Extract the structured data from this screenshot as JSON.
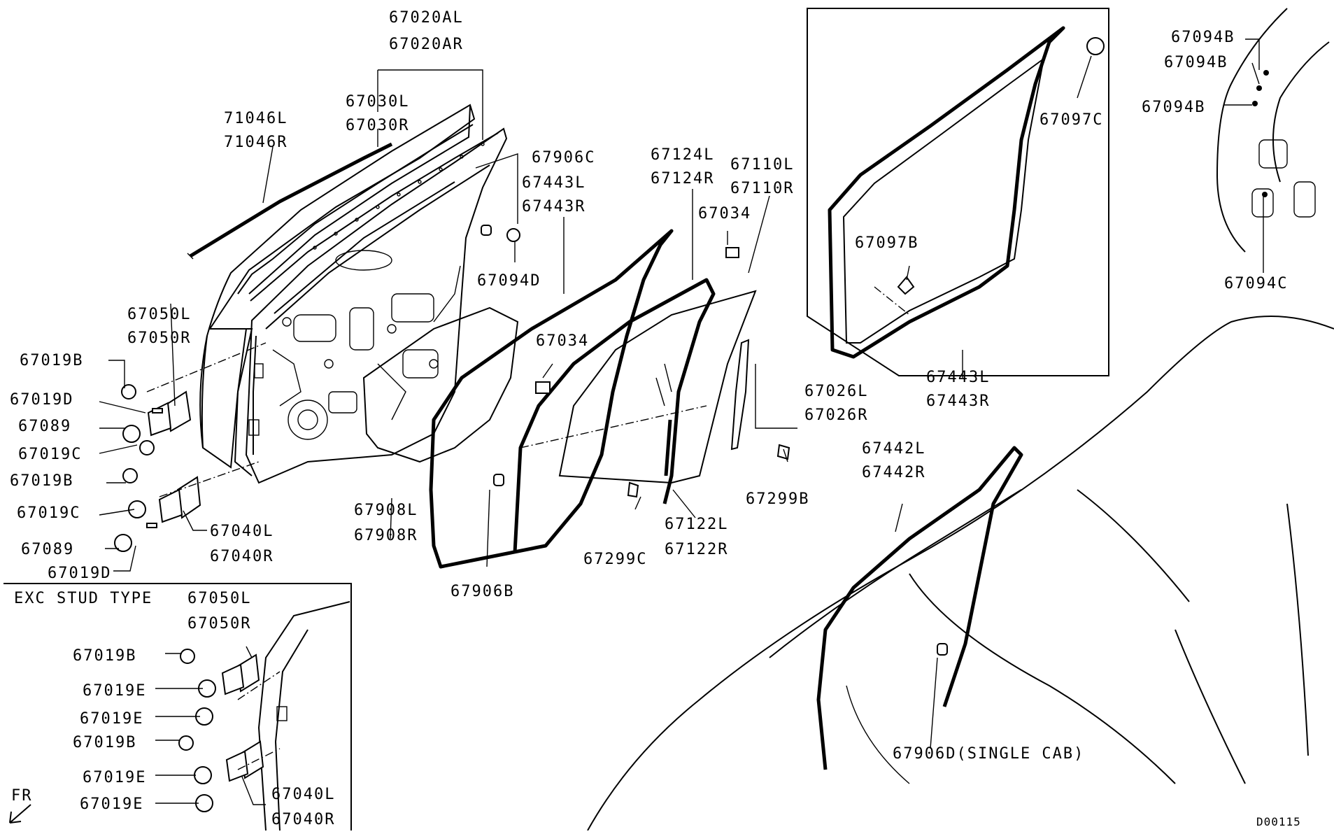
{
  "diagram": {
    "labels": [
      "67020AL",
      "67020AR",
      "67030L",
      "67030R",
      "71046L",
      "71046R",
      "67906C",
      "67443L",
      "67443R",
      "67124L",
      "67124R",
      "67110L",
      "67110R",
      "67034",
      "67094D",
      "67034",
      "67050L",
      "67050R",
      "67019B",
      "67019D",
      "67089",
      "67019C",
      "67019B",
      "67019C",
      "67040L",
      "67040R",
      "67089",
      "67019D",
      "67908L",
      "67908R",
      "67906B",
      "67299C",
      "67122L",
      "67122R",
      "67026L",
      "67026R",
      "67299B",
      "67097C",
      "67097B",
      "67443L",
      "67443R",
      "67094B",
      "67094B",
      "67094B",
      "67094C",
      "67442L",
      "67442R",
      "67906D(SINGLE CAB)",
      "EXC STUD TYPE",
      "67050L",
      "67050R",
      "67019B",
      "67019E",
      "67019E",
      "67019B",
      "67019E",
      "67019E",
      "67040L",
      "67040R"
    ],
    "direction_label": "FR",
    "drawing_code": "D00115"
  }
}
